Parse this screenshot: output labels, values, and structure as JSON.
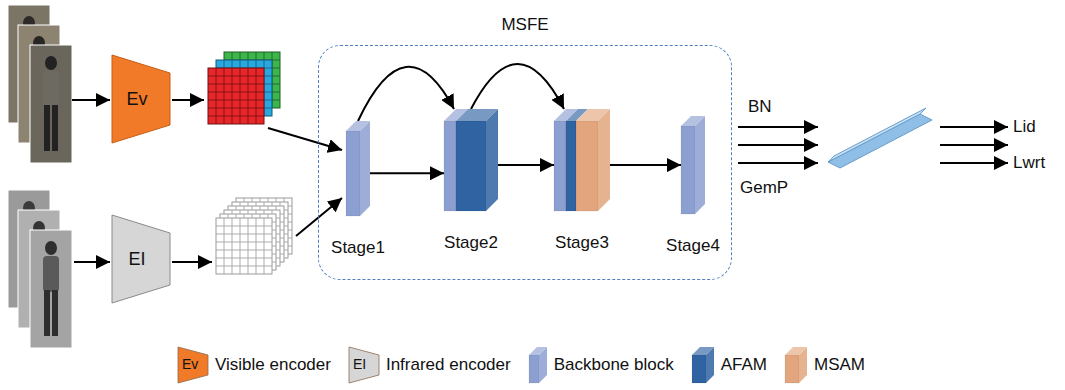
{
  "diagram": {
    "nodes": [
      {
        "text": [
          "Ev"
        ]
      },
      {
        "text": [
          "EI"
        ]
      },
      {
        "text": [
          "MSFE"
        ]
      },
      {
        "text": [
          "Stage1"
        ],
        "in": 2
      },
      {
        "text": [
          "Stage2"
        ],
        "in": 2
      },
      {
        "text": [
          "Stage3"
        ],
        "in": 2
      },
      {
        "text": [
          "Stage4"
        ],
        "in": 2
      }
    ],
    "edges": [
      {
        "from": 3,
        "to": 4,
        "arrow": "to"
      },
      {
        "from": 4,
        "to": 5,
        "arrow": "to"
      },
      {
        "from": 5,
        "to": 6,
        "arrow": "to"
      },
      {
        "from": 3,
        "to": 4,
        "arrow": "to"
      },
      {
        "from": 4,
        "to": 5,
        "arrow": "to"
      }
    ],
    "labels": [
      "BN",
      "GemP",
      "Lid",
      "Lwrt",
      "Ev",
      "EI"
    ],
    "legend": [
      {
        "text": "Visible encoder",
        "color": "#f07a28"
      },
      {
        "text": "Infrared encoder",
        "color": "#d6d6d6"
      },
      {
        "text": "Backbone block",
        "color": "#8c9fd1"
      },
      {
        "text": "AFAM",
        "color": "#2f63a1"
      },
      {
        "text": "MSAM",
        "color": "#e2a57e"
      }
    ]
  }
}
